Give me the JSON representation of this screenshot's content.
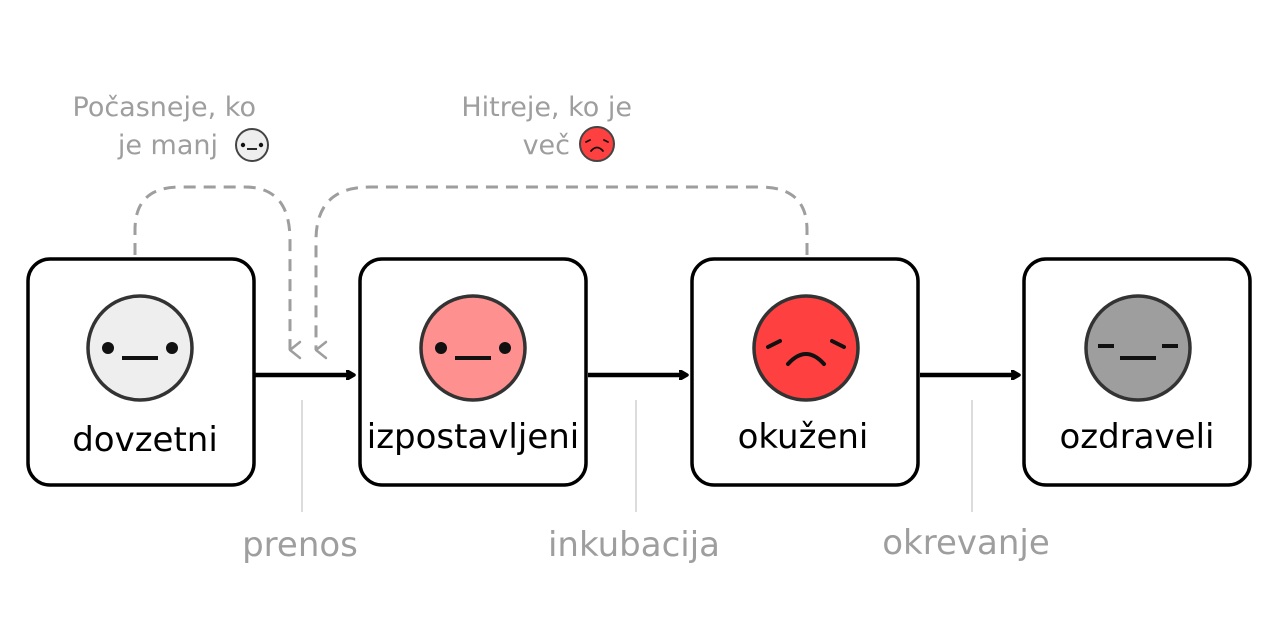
{
  "colors": {
    "susceptible": "#eeeeee",
    "exposed": "#ff9090",
    "infected": "#ff4040",
    "recovered": "#9e9e9e",
    "transition_text": "#9e9e9e",
    "dashed_line": "#9e9e9e"
  },
  "states": [
    {
      "label": "dovzetni",
      "face": "neutral-face-icon",
      "color": "#eeeeee"
    },
    {
      "label": "izpostavljeni",
      "face": "neutral-face-icon",
      "color": "#ff9090"
    },
    {
      "label": "okuženi",
      "face": "sad-face-icon",
      "color": "#ff4040"
    },
    {
      "label": "ozdraveli",
      "face": "closed-eyes-face-icon",
      "color": "#9e9e9e"
    }
  ],
  "transitions": [
    {
      "label": "prenos"
    },
    {
      "label": "inkubacija"
    },
    {
      "label": "okrevanje"
    }
  ],
  "notes": {
    "slower": {
      "line1": "Počasneje, ko",
      "line2": "je manj",
      "icon": "small-neutral-face-icon"
    },
    "faster": {
      "line1": "Hitreje, ko je",
      "line2": "več",
      "icon": "small-sad-face-icon"
    }
  }
}
